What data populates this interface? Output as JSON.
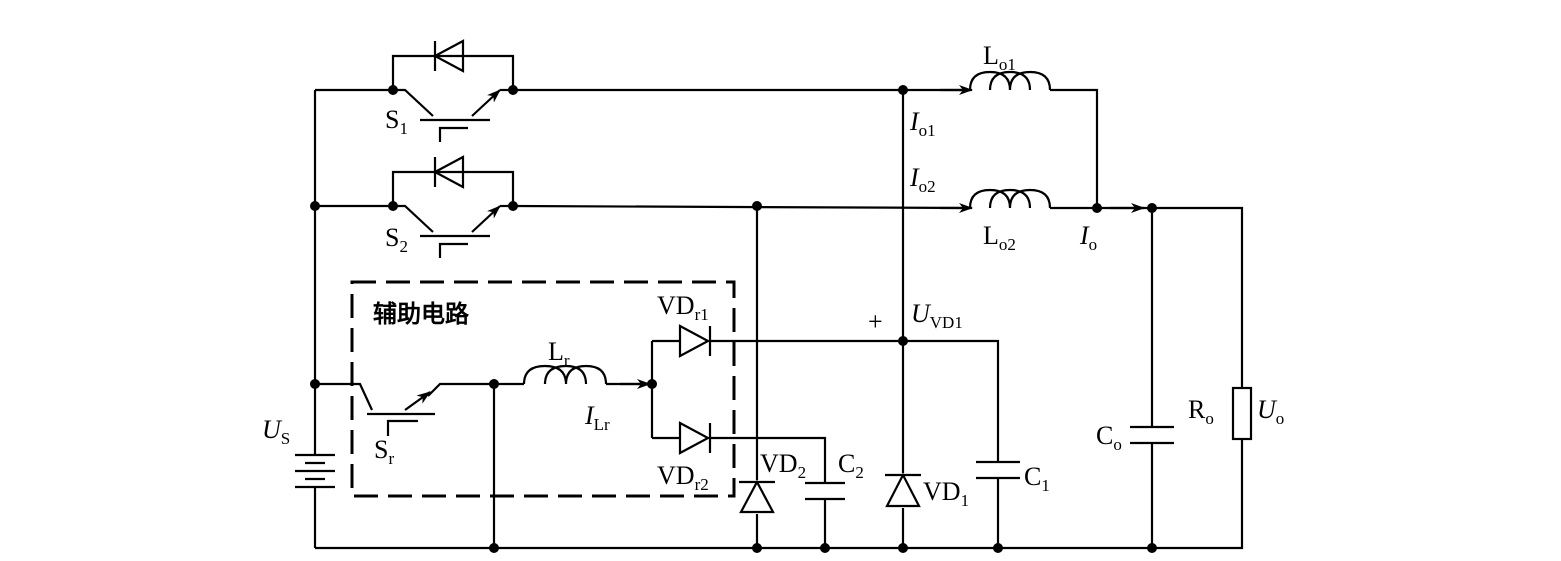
{
  "labels": {
    "s1": {
      "main": "S",
      "sub": "1"
    },
    "s2": {
      "main": "S",
      "sub": "2"
    },
    "sr": {
      "main": "S",
      "sub": "r"
    },
    "us": {
      "main": "U",
      "sub": "S"
    },
    "lo1": {
      "main": "L",
      "sub": "o1"
    },
    "lo2": {
      "main": "L",
      "sub": "o2"
    },
    "io1": {
      "main": "I",
      "sub": "o1"
    },
    "io2": {
      "main": "I",
      "sub": "o2"
    },
    "io": {
      "main": "I",
      "sub": "o"
    },
    "lr": {
      "main": "L",
      "sub": "r"
    },
    "ilr": {
      "main": "I",
      "sub": "Lr"
    },
    "vdr1": {
      "main": "VD",
      "sub": "r1"
    },
    "vdr2": {
      "main": "VD",
      "sub": "r2"
    },
    "vd2": {
      "main": "VD",
      "sub": "2"
    },
    "vd1": {
      "main": "VD",
      "sub": "1"
    },
    "c2": {
      "main": "C",
      "sub": "2"
    },
    "c1": {
      "main": "C",
      "sub": "1"
    },
    "co": {
      "main": "C",
      "sub": "o"
    },
    "ro": {
      "main": "R",
      "sub": "o"
    },
    "uo": {
      "main": "U",
      "sub": "o"
    },
    "uvd1": {
      "main": "U",
      "sub": "VD1"
    },
    "plus": "+",
    "aux": "辅助电路"
  }
}
